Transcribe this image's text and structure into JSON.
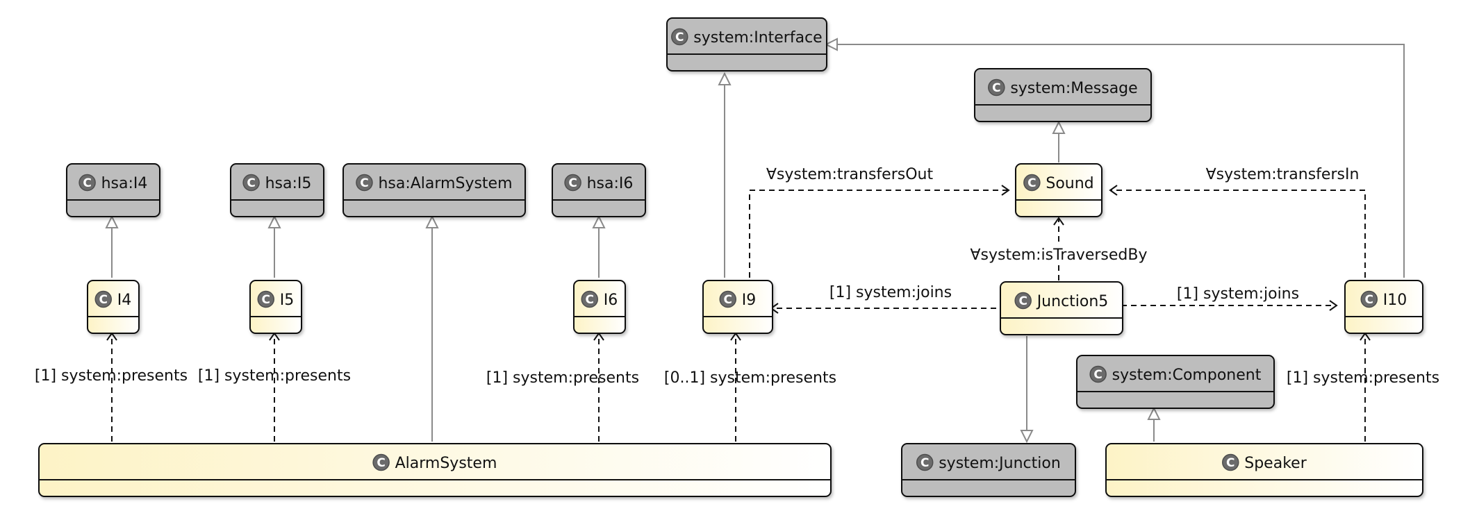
{
  "colors": {
    "external_fill": "#bdbdbd",
    "local_fill_start": "#fdf3c6",
    "local_fill_end": "#ffffff",
    "border": "#111111",
    "generalization_line": "#8a8a8a",
    "association_line": "#111111",
    "glyph_fill": "#6b6b6b"
  },
  "icon": {
    "class_glyph": "C"
  },
  "classes": {
    "system_interface": {
      "name": "system:Interface",
      "kind": "external"
    },
    "system_message": {
      "name": "system:Message",
      "kind": "external"
    },
    "hsa_i4": {
      "name": "hsa:I4",
      "kind": "external"
    },
    "hsa_i5": {
      "name": "hsa:I5",
      "kind": "external"
    },
    "hsa_alarmsystem": {
      "name": "hsa:AlarmSystem",
      "kind": "external"
    },
    "hsa_i6": {
      "name": "hsa:I6",
      "kind": "external"
    },
    "sound": {
      "name": "Sound",
      "kind": "local"
    },
    "i4": {
      "name": "I4",
      "kind": "local"
    },
    "i5": {
      "name": "I5",
      "kind": "local"
    },
    "i6": {
      "name": "I6",
      "kind": "local"
    },
    "i9": {
      "name": "I9",
      "kind": "local"
    },
    "junction5": {
      "name": "Junction5",
      "kind": "local"
    },
    "i10": {
      "name": "I10",
      "kind": "local"
    },
    "system_component": {
      "name": "system:Component",
      "kind": "external"
    },
    "alarmsystem": {
      "name": "AlarmSystem",
      "kind": "local"
    },
    "system_junction": {
      "name": "system:Junction",
      "kind": "external"
    },
    "speaker": {
      "name": "Speaker",
      "kind": "local"
    }
  },
  "relations": {
    "i4_presents": "[1] system:presents",
    "i5_presents": "[1] system:presents",
    "i6_presents": "[1] system:presents",
    "i9_presents": "[0..1] system:presents",
    "i10_presents": "[1] system:presents",
    "i9_transfers_out": "∀system:transfersOut",
    "i10_transfers_in": "∀system:transfersIn",
    "junction_traversed_by": "∀system:isTraversedBy",
    "junction_joins_i9": "[1] system:joins",
    "junction_joins_i10": "[1] system:joins"
  }
}
